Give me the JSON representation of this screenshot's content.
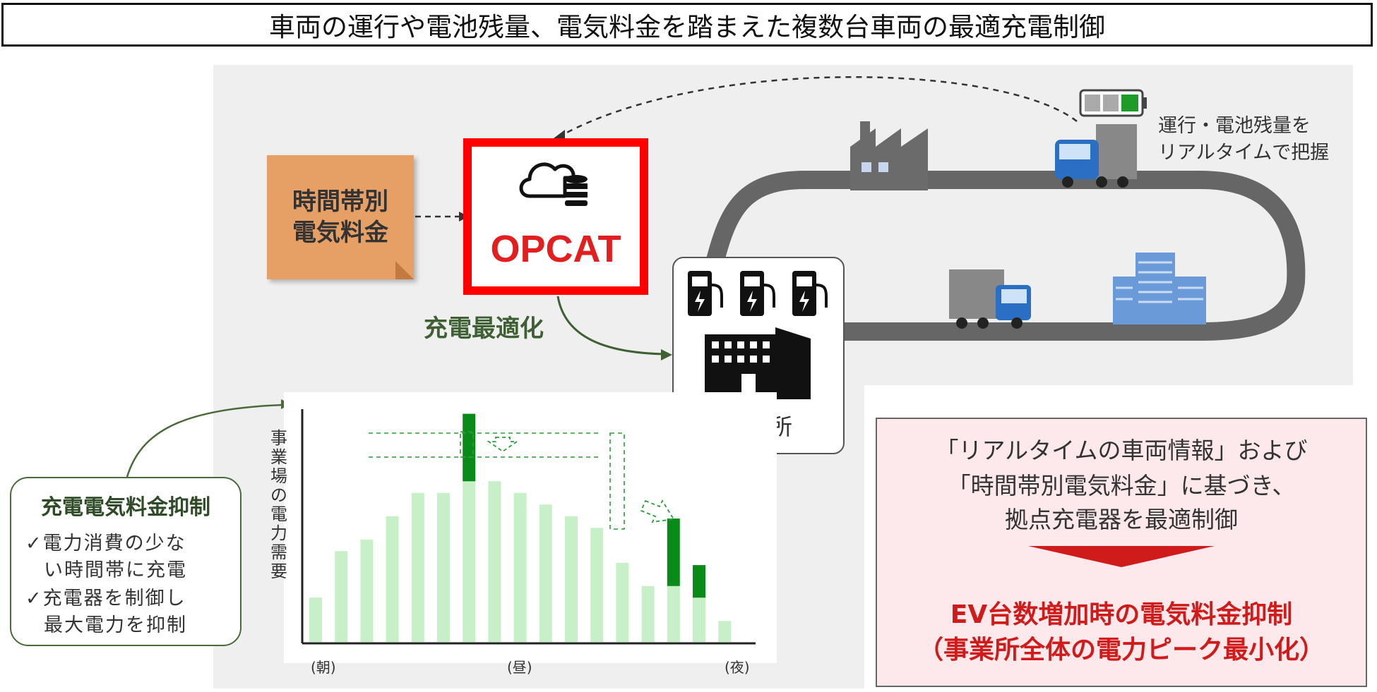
{
  "title": "車両の運行や電池残量、電気料金を踏まえた複数台車両の最適充電制御",
  "tariff_note": {
    "line1": "時間帯別",
    "line2": "電気料金"
  },
  "opcat": {
    "label": "OPCAT",
    "icon": "cloud-database-icon"
  },
  "optimize_label": "充電最適化",
  "office": {
    "label": "事業所",
    "chargers": 3
  },
  "realtime_label": {
    "line1": "運行・電池残量を",
    "line2": "リアルタイムで把握"
  },
  "callout": {
    "title": "充電電気料金抑制",
    "lines": [
      "✓電力消費の少な",
      "い時間帯に充電",
      "✓充電器を制御し",
      "最大電力を抑制"
    ]
  },
  "summary": {
    "lines": [
      "「リアルタイムの車両情報」および",
      "「時間帯別電気料金」に基づき、",
      "拠点充電器を最適制御"
    ],
    "result1": "EV台数増加時の電気料金抑制",
    "result2": "（事業所全体の電力ピーク最小化）"
  },
  "colors": {
    "accent_red": "#ff0000",
    "light_green": "#c8f0c8",
    "dark_green": "#0a8a18",
    "tariff_orange": "#e6a066"
  },
  "chart_data": {
    "type": "bar",
    "ylabel": "事業場の電力需要",
    "tick_labels": [
      "(朝)",
      "(昼)",
      "(夜)"
    ],
    "base": [
      19,
      39,
      44,
      54,
      64,
      64,
      69,
      69,
      64,
      59,
      54,
      49,
      34,
      24,
      24,
      19,
      9
    ],
    "charge": [
      0,
      0,
      0,
      0,
      0,
      0,
      29,
      0,
      0,
      0,
      0,
      0,
      0,
      0,
      29,
      14,
      0
    ],
    "ylim": [
      0,
      100
    ]
  }
}
